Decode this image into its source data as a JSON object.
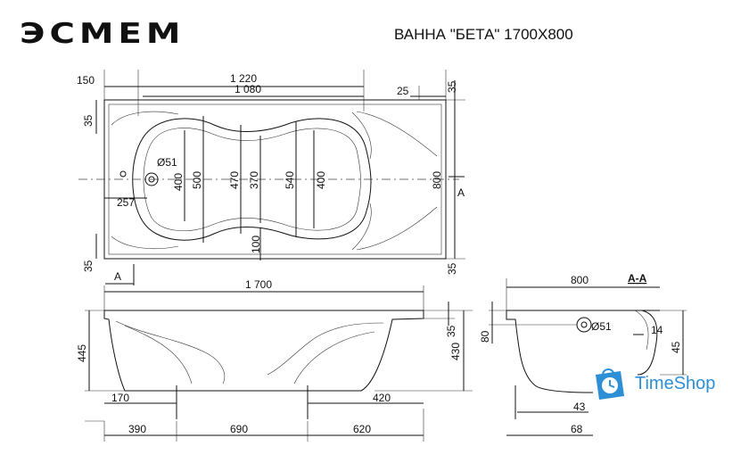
{
  "logo": "ЭСМЕМ",
  "title": "ВАННА \"БЕТА\" 1700Х800",
  "top_view": {
    "dims": {
      "d150": "150",
      "d1220": "1 220",
      "d1080": "1 080",
      "d25": "25",
      "d35a": "35",
      "d35l": "35",
      "d35bl": "35",
      "d35br": "35",
      "d51": "Ø51",
      "d257": "257",
      "d400a": "400",
      "d500": "500",
      "d470": "470",
      "d370": "370",
      "d540": "540",
      "d400b": "400",
      "d100": "100",
      "d800": "800"
    },
    "section_mark_right": "A",
    "section_mark_left": "A"
  },
  "side_view": {
    "dims": {
      "d1700": "1 700",
      "d445": "445",
      "d430": "430",
      "d35": "35",
      "d170": "170",
      "d420": "420",
      "d390": "390",
      "d690": "690",
      "d620": "620"
    }
  },
  "section_view": {
    "label": "A-A",
    "dims": {
      "d800": "800",
      "d80": "80",
      "d51": "Ø51",
      "d14": "14",
      "d45": "45",
      "d43": "43",
      "d68": "68"
    }
  },
  "watermark": {
    "text": "TimeShop",
    "color": "#2d8fd6"
  }
}
